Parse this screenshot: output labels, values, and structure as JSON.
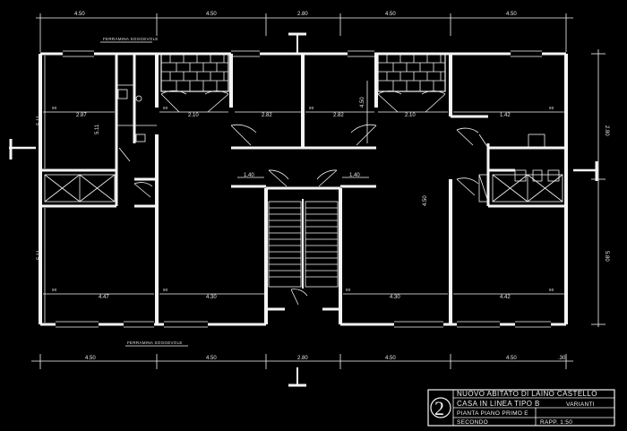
{
  "title_block": {
    "number": "2",
    "project": "NUOVO ABITATO DI LAINO CASTELLO",
    "type": "CASA IN LINEA TIPO B",
    "variant": "VARIANTI",
    "plan": "PIANTA PIANO PRIMO E",
    "plan2": "SECONDO",
    "scale": "RAPP. 1:50"
  },
  "dims": {
    "top": [
      "4.50",
      "4.50",
      "2.80",
      "4.50",
      "4.50"
    ],
    "bottom": [
      "4.50",
      "4.50",
      "2.80",
      "4.50",
      "4.50"
    ],
    "right_top": "2.80",
    "right_bottom": "5.80",
    "rooms_top": [
      "2.87",
      "2.10",
      "2.82",
      "2.82",
      "2.10",
      "1.42"
    ],
    "rooms_bottom": [
      "4.47",
      "4.30",
      "4.30",
      "4.42"
    ],
    "rooms_left_h": [
      "5.11",
      "5.11"
    ],
    "landing": [
      "1.40",
      "1.40"
    ],
    "stair_h": [
      "4.50",
      "4.50"
    ],
    "heights": [
      "90",
      "90",
      "90",
      "90",
      "90",
      "90",
      "90",
      "90"
    ]
  },
  "labels": {
    "top_sill": "FERRAMINA SOGGEVOLE",
    "bottom_sill": "FERRAMINA SOGGEVOLE"
  }
}
